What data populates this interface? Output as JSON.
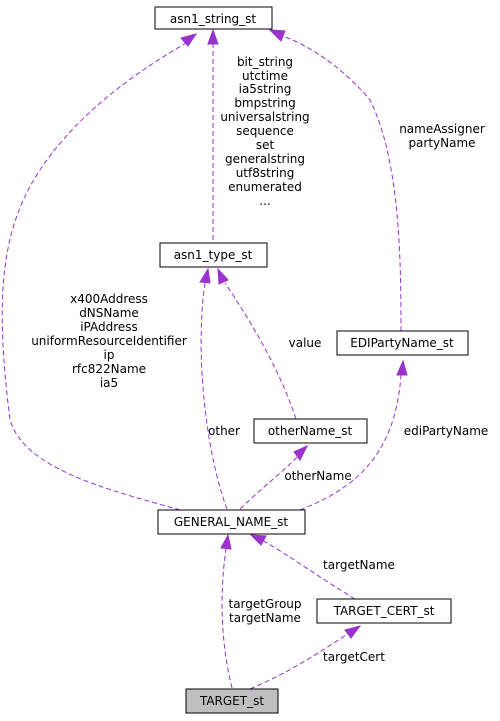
{
  "colors": {
    "edge": "#9a32cd",
    "highlight_fill": "#bfbfbf",
    "node_border": "#000000"
  },
  "nodes": {
    "asn1_string_st": "asn1_string_st",
    "asn1_type_st": "asn1_type_st",
    "EDIPartyName_st": "EDIPartyName_st",
    "otherName_st": "otherName_st",
    "GENERAL_NAME_st": "GENERAL_NAME_st",
    "TARGET_CERT_st": "TARGET_CERT_st",
    "TARGET_st": "TARGET_st"
  },
  "edges": {
    "type_to_string": [
      "bit_string",
      "utctime",
      "ia5string",
      "bmpstring",
      "universalstring",
      "sequence",
      "set",
      "generalstring",
      "utf8string",
      "enumerated",
      "..."
    ],
    "edi_to_string": [
      "nameAssigner",
      "partyName"
    ],
    "general_to_string": [
      "x400Address",
      "dNSName",
      "iPAddress",
      "uniformResourceIdentifier",
      "ip",
      "rfc822Name",
      "ia5"
    ],
    "othername_to_type": [
      "value"
    ],
    "general_to_type": [
      "other"
    ],
    "general_to_othername": [
      "otherName"
    ],
    "general_to_edi": [
      "ediPartyName"
    ],
    "targetcert_to_general": [
      "targetName"
    ],
    "target_to_general": [
      "targetGroup",
      "targetName"
    ],
    "target_to_targetcert": [
      "targetCert"
    ]
  }
}
